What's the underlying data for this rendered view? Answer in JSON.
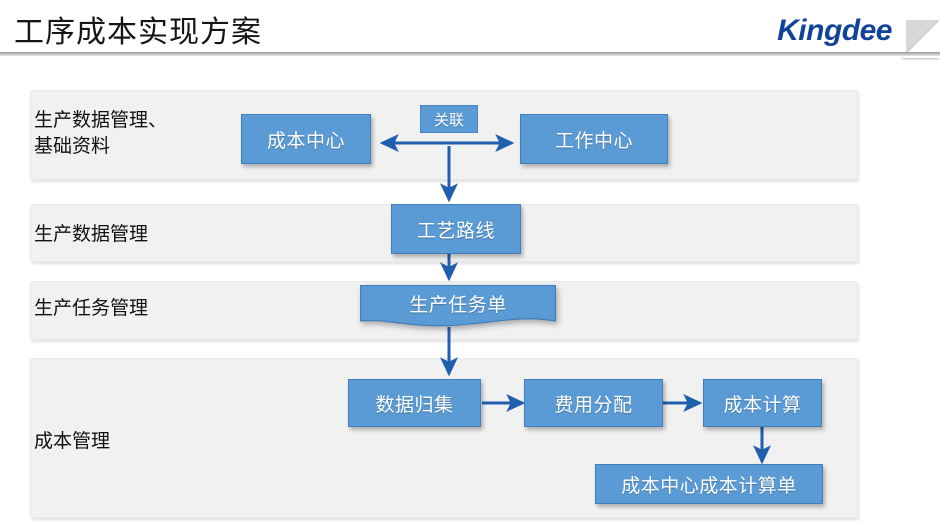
{
  "header": {
    "title": "工序成本实现方案",
    "brand": "Kingdee"
  },
  "diagram": {
    "bands": [
      {
        "label": "生产数据管理、\n基础资料"
      },
      {
        "label": "生产数据管理"
      },
      {
        "label": "生产任务管理"
      },
      {
        "label": "成本管理"
      }
    ],
    "nodes": [
      {
        "label": "成本中心"
      },
      {
        "label": "工作中心"
      },
      {
        "label": "工艺路线"
      },
      {
        "label": "生产任务单"
      },
      {
        "label": "数据归集"
      },
      {
        "label": "费用分配"
      },
      {
        "label": "成本计算"
      },
      {
        "label": "成本中心成本计算单"
      }
    ],
    "badges": [
      {
        "label": "关联"
      }
    ],
    "colors": {
      "node_fill": "#5b9bd5",
      "node_border": "#3f7fbf",
      "band_fill": "#f1f1f1",
      "arrow": "#1f5fad",
      "brand": "#11439b",
      "title": "#161616"
    }
  }
}
